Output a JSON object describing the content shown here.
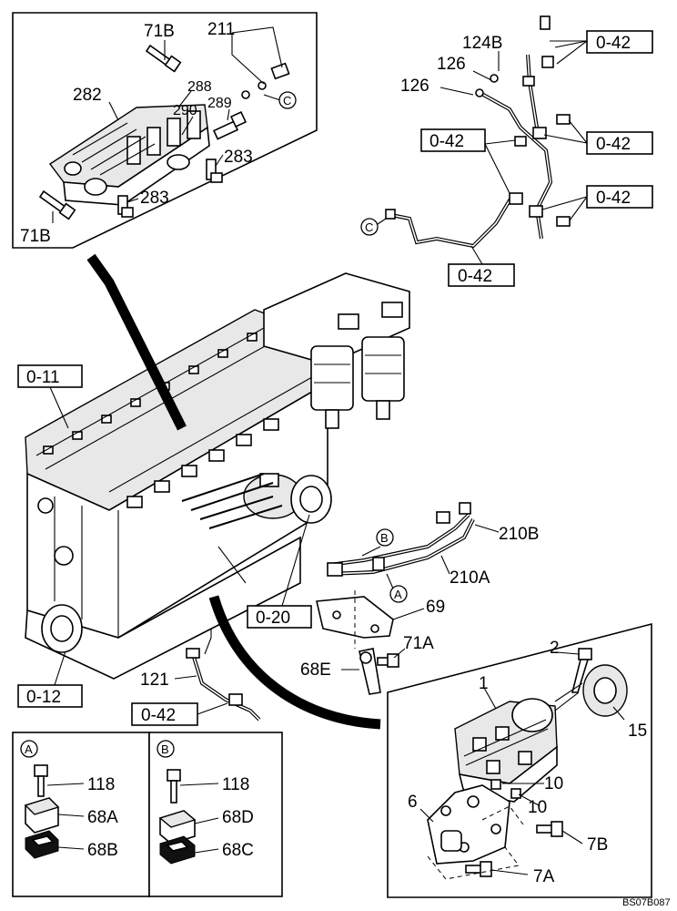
{
  "diagram_code": "BS07B087",
  "references": {
    "r_0_42_a": "0-42",
    "r_0_42_b": "0-42",
    "r_0_42_c": "0-42",
    "r_0_42_d": "0-42",
    "r_0_42_e": "0-42",
    "r_0_42_f": "0-42",
    "r_0_11": "0-11",
    "r_0_12": "0-12",
    "r_0_20": "0-20"
  },
  "labels": {
    "p71B_top": "71B",
    "p211": "211",
    "p282": "282",
    "p288": "288",
    "p289": "289",
    "p290": "290",
    "p283_a": "283",
    "p283_b": "283",
    "p71B_bot": "71B",
    "p124B": "124B",
    "p126_a": "126",
    "p126_b": "126",
    "p210B": "210B",
    "p210A": "210A",
    "p69": "69",
    "p71A": "71A",
    "p68E": "68E",
    "p121": "121",
    "p2": "2",
    "p1": "1",
    "p15": "15",
    "p10_a": "10",
    "p10_b": "10",
    "p6": "6",
    "p7B": "7B",
    "p7A": "7A",
    "a_118": "118",
    "a_68A": "68A",
    "a_68B": "68B",
    "b_118": "118",
    "b_68D": "68D",
    "b_68C": "68C"
  },
  "markers": {
    "C_top": "C",
    "C_line": "C",
    "B_main": "B",
    "A_main": "A",
    "A_inset": "A",
    "B_inset": "B"
  }
}
